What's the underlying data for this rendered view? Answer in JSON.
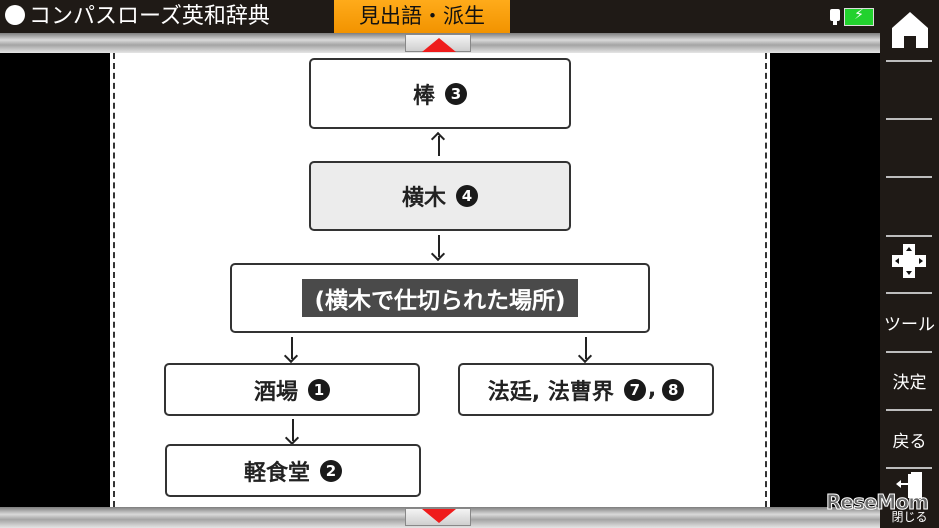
{
  "header": {
    "app_title": "コンパスローズ英和辞典",
    "mode_tab": "見出語・派生",
    "battery_state": "charging",
    "colors": {
      "mode_tab": "#f29300",
      "battery": "#22d22e",
      "scroll_arrow": "#ef1c1c"
    }
  },
  "scroll": {
    "up_icon": "triangle-up-icon",
    "down_icon": "triangle-down-icon"
  },
  "diagram": {
    "nodes": [
      {
        "id": "bou",
        "label": "棒",
        "num": "3"
      },
      {
        "id": "yokogi",
        "label": "横木",
        "num": "4",
        "highlighted": true
      },
      {
        "id": "sense",
        "label": "(横木で仕切られた場所)"
      },
      {
        "id": "sakaba",
        "label": "酒場",
        "num": "1"
      },
      {
        "id": "keishokudou",
        "label": "軽食堂",
        "num": "2"
      },
      {
        "id": "houtei",
        "label": "法廷, 法曹界",
        "nums": "7, 8",
        "num1": "7",
        "num2": "8"
      }
    ]
  },
  "sidebar": {
    "home": "home-icon",
    "dpad": "dpad-icon",
    "tool_label": "ツール",
    "decide_label": "決定",
    "back_label": "戻る",
    "close_label": "閉じる"
  },
  "watermark": "ReseMom"
}
